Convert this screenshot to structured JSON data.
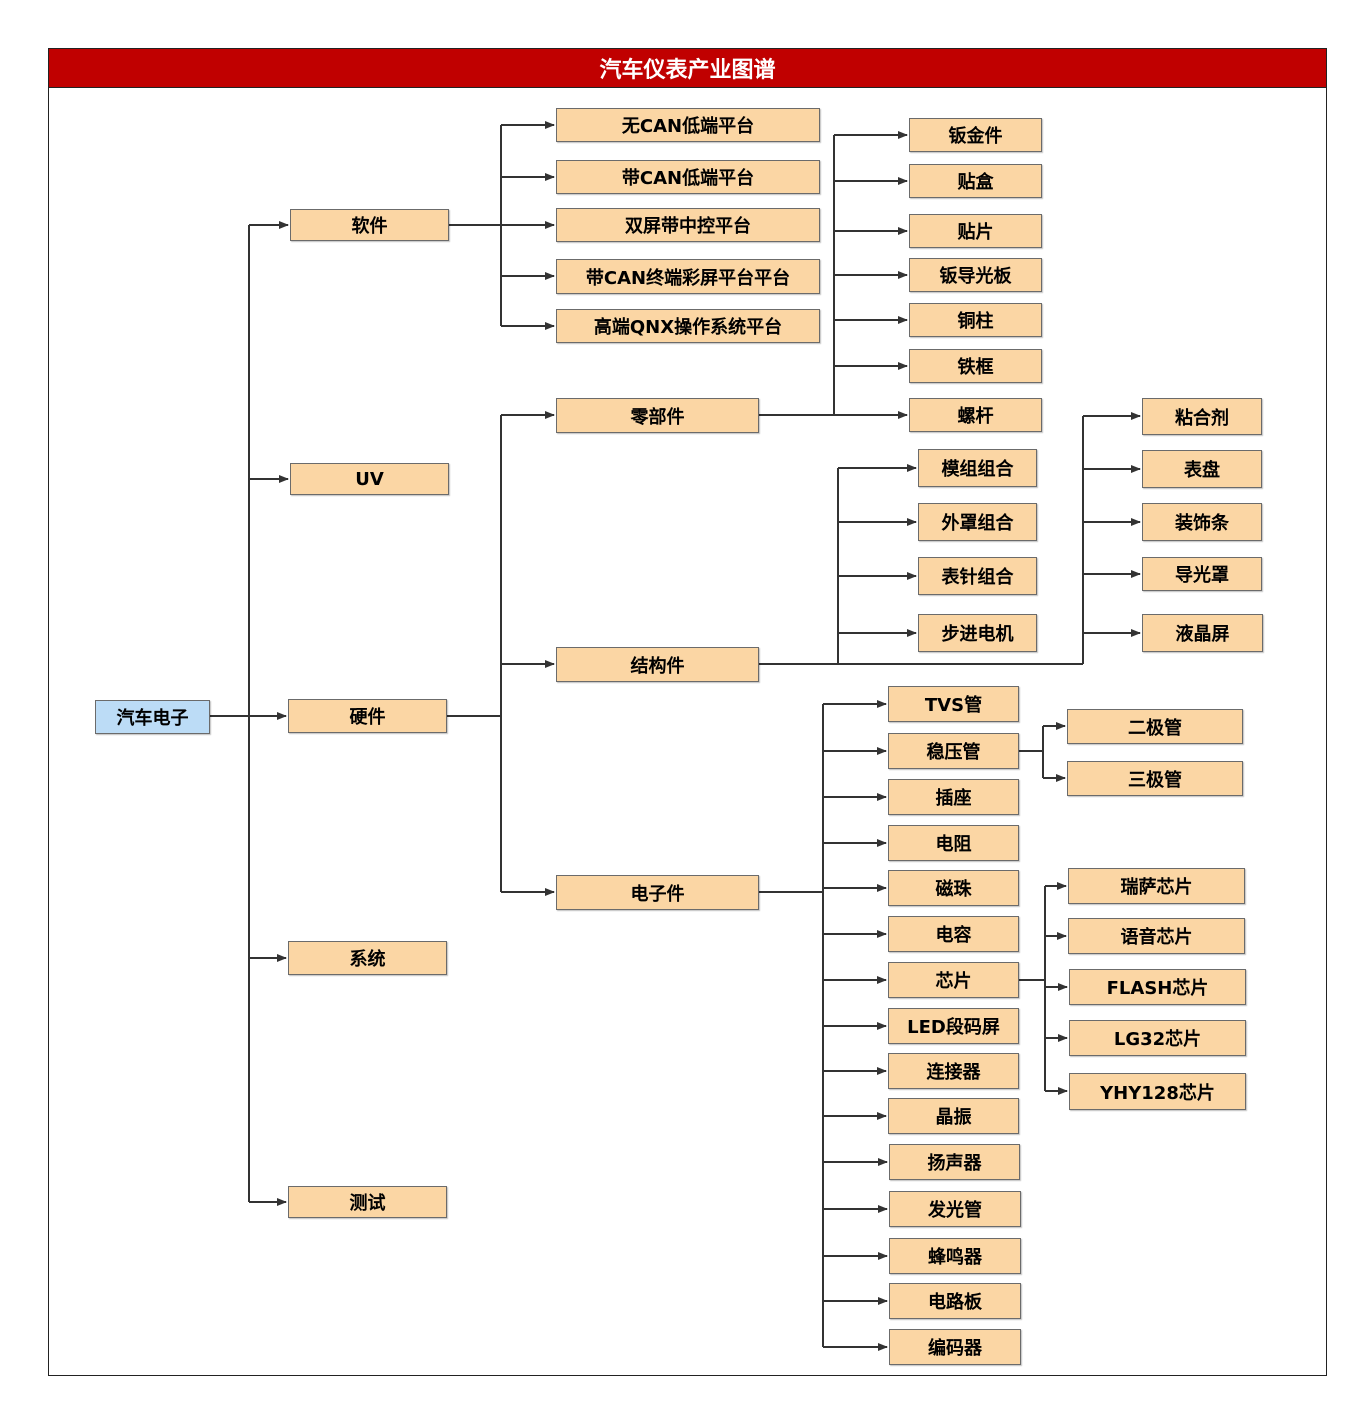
{
  "title": "汽车仪表产业图谱",
  "colors": {
    "title_bg": "#c00000",
    "node_fill": "#fbd6a4",
    "root_fill": "#bcdcf6",
    "line": "#333333"
  },
  "nodes": {
    "root": "汽车电子",
    "software": "软件",
    "uv": "UV",
    "hardware": "硬件",
    "system": "系统",
    "test": "测试",
    "sw_1": "无CAN低端平台",
    "sw_2": "带CAN低端平台",
    "sw_3": "双屏带中控平台",
    "sw_4": "带CAN终端彩屏平台平台",
    "sw_5": "高端QNX操作系统平台",
    "parts": "零部件",
    "structure": "结构件",
    "electronic": "电子件",
    "p_1": "钣金件",
    "p_2": "贴盒",
    "p_3": "贴片",
    "p_4": "钣导光板",
    "p_5": "铜柱",
    "p_6": "铁框",
    "p_7": "螺杆",
    "s_1": "模组组合",
    "s_2": "外罩组合",
    "s_3": "表针组合",
    "s_4": "步进电机",
    "s_5": "粘合剂",
    "s_6": "表盘",
    "s_7": "装饰条",
    "s_8": "导光罩",
    "s_9": "液晶屏",
    "e_1": "TVS管",
    "e_2": "稳压管",
    "e_3": "插座",
    "e_4": "电阻",
    "e_5": "磁珠",
    "e_6": "电容",
    "e_7": "芯片",
    "e_8": "LED段码屏",
    "e_9": "连接器",
    "e_10": "晶振",
    "e_11": "扬声器",
    "e_12": "发光管",
    "e_13": "蜂鸣器",
    "e_14": "电路板",
    "e_15": "编码器",
    "z_1": "二极管",
    "z_2": "三极管",
    "c_1": "瑞萨芯片",
    "c_2": "语音芯片",
    "c_3": "FLASH芯片",
    "c_4": "LG32芯片",
    "c_5": "YHY128芯片"
  }
}
